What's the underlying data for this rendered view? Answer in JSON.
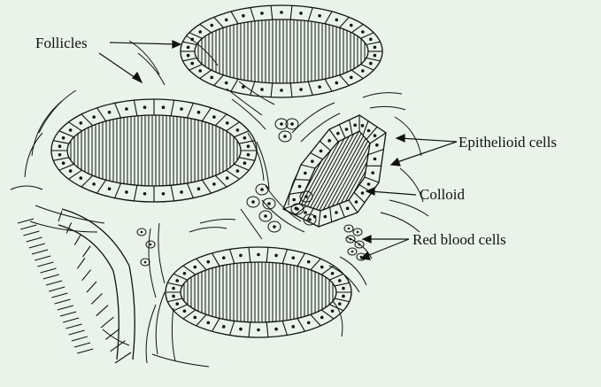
{
  "background_color": "#e9f3e9",
  "ink_color": "#111111",
  "labels": {
    "follicles": "Follicles",
    "epithelioid_cells": "Epithelioid cells",
    "colloid": "Colloid",
    "red_blood_cells": "Red blood cells"
  }
}
